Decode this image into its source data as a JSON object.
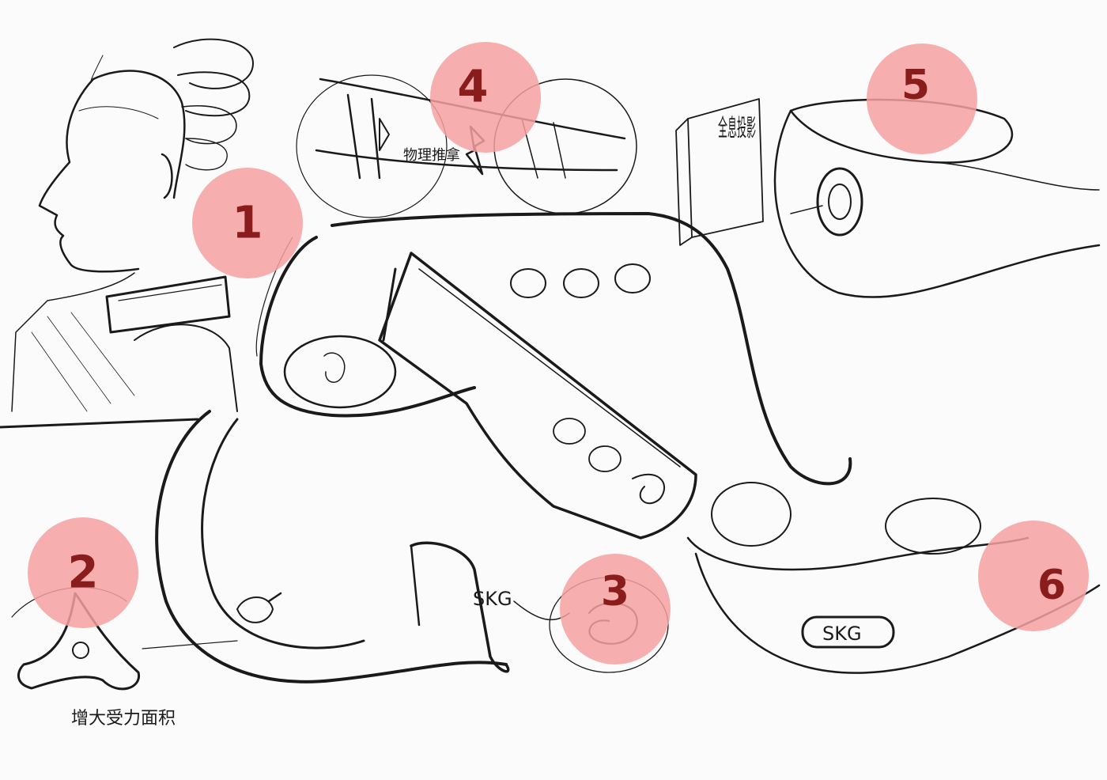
{
  "markers": [
    {
      "label": "1",
      "color": "#f4a0a0"
    },
    {
      "label": "2",
      "color": "#f4a0a0"
    },
    {
      "label": "3",
      "color": "#f4a0a0"
    },
    {
      "label": "4",
      "color": "#f4a0a0"
    },
    {
      "label": "5",
      "color": "#f4a0a0"
    },
    {
      "label": "6",
      "color": "#f4a0a0"
    }
  ],
  "annotations": {
    "hologram": "全息投影",
    "physio": "物理推拿",
    "area": "增大受力面积",
    "brand_tag": "SKG",
    "brand_badge": "SKG"
  }
}
